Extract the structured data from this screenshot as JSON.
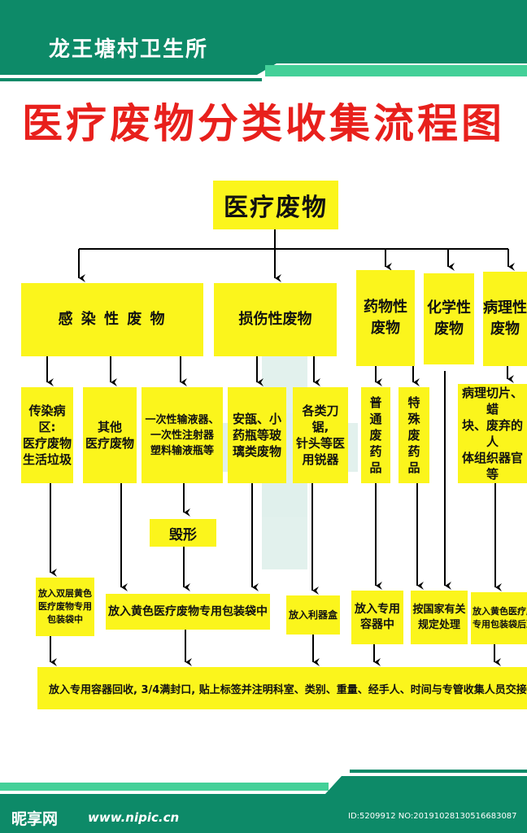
{
  "header": {
    "title": "龙王塘村卫生所"
  },
  "main_title": "医疗废物分类收集流程图",
  "root": "医疗废物",
  "categories": [
    "感 染 性 废 物",
    "损伤性废物",
    "药物性\n废物",
    "化学性\n废物",
    "病理性\n废物"
  ],
  "items": [
    "传染病区:\n医疗废物\n生活垃圾",
    "其他\n医疗废物",
    "一次性输液器、\n一次性注射器\n塑料输液瓶等",
    "安瓿、小\n药瓶等玻\n璃类废物",
    "各类刀锯,\n针头等医\n用锐器",
    "普\n通\n废\n药\n品",
    "特\n殊\n废\n药\n品",
    "病理切片、蜡\n块、废弃的人\n体组织器官等"
  ],
  "destroy": "毁形",
  "destinations": [
    "放入双层黄色\n医疗废物专用\n包装袋中",
    "放入黄色医疗废物专用包装袋中",
    "放入利器盒",
    "放入专用\n容器中",
    "按国家有关\n规定处理",
    "放入黄色医疗废物\n专用包装袋后冷冻"
  ],
  "final": "放入专用容器回收, 3/4满封口, 贴上标签并注明科室、类别、重量、经手人、时间与专管收集人员交接, 双方签名。",
  "footer": {
    "logo": "昵享网",
    "site": "www.nipic.cn",
    "id_text": "ID:5209912 NO:20191028130516683087"
  },
  "colors": {
    "green_dark": "#0d8a68",
    "green_light": "#43d098",
    "box_yellow": "#fbf51c",
    "title_red": "#e8201c"
  }
}
